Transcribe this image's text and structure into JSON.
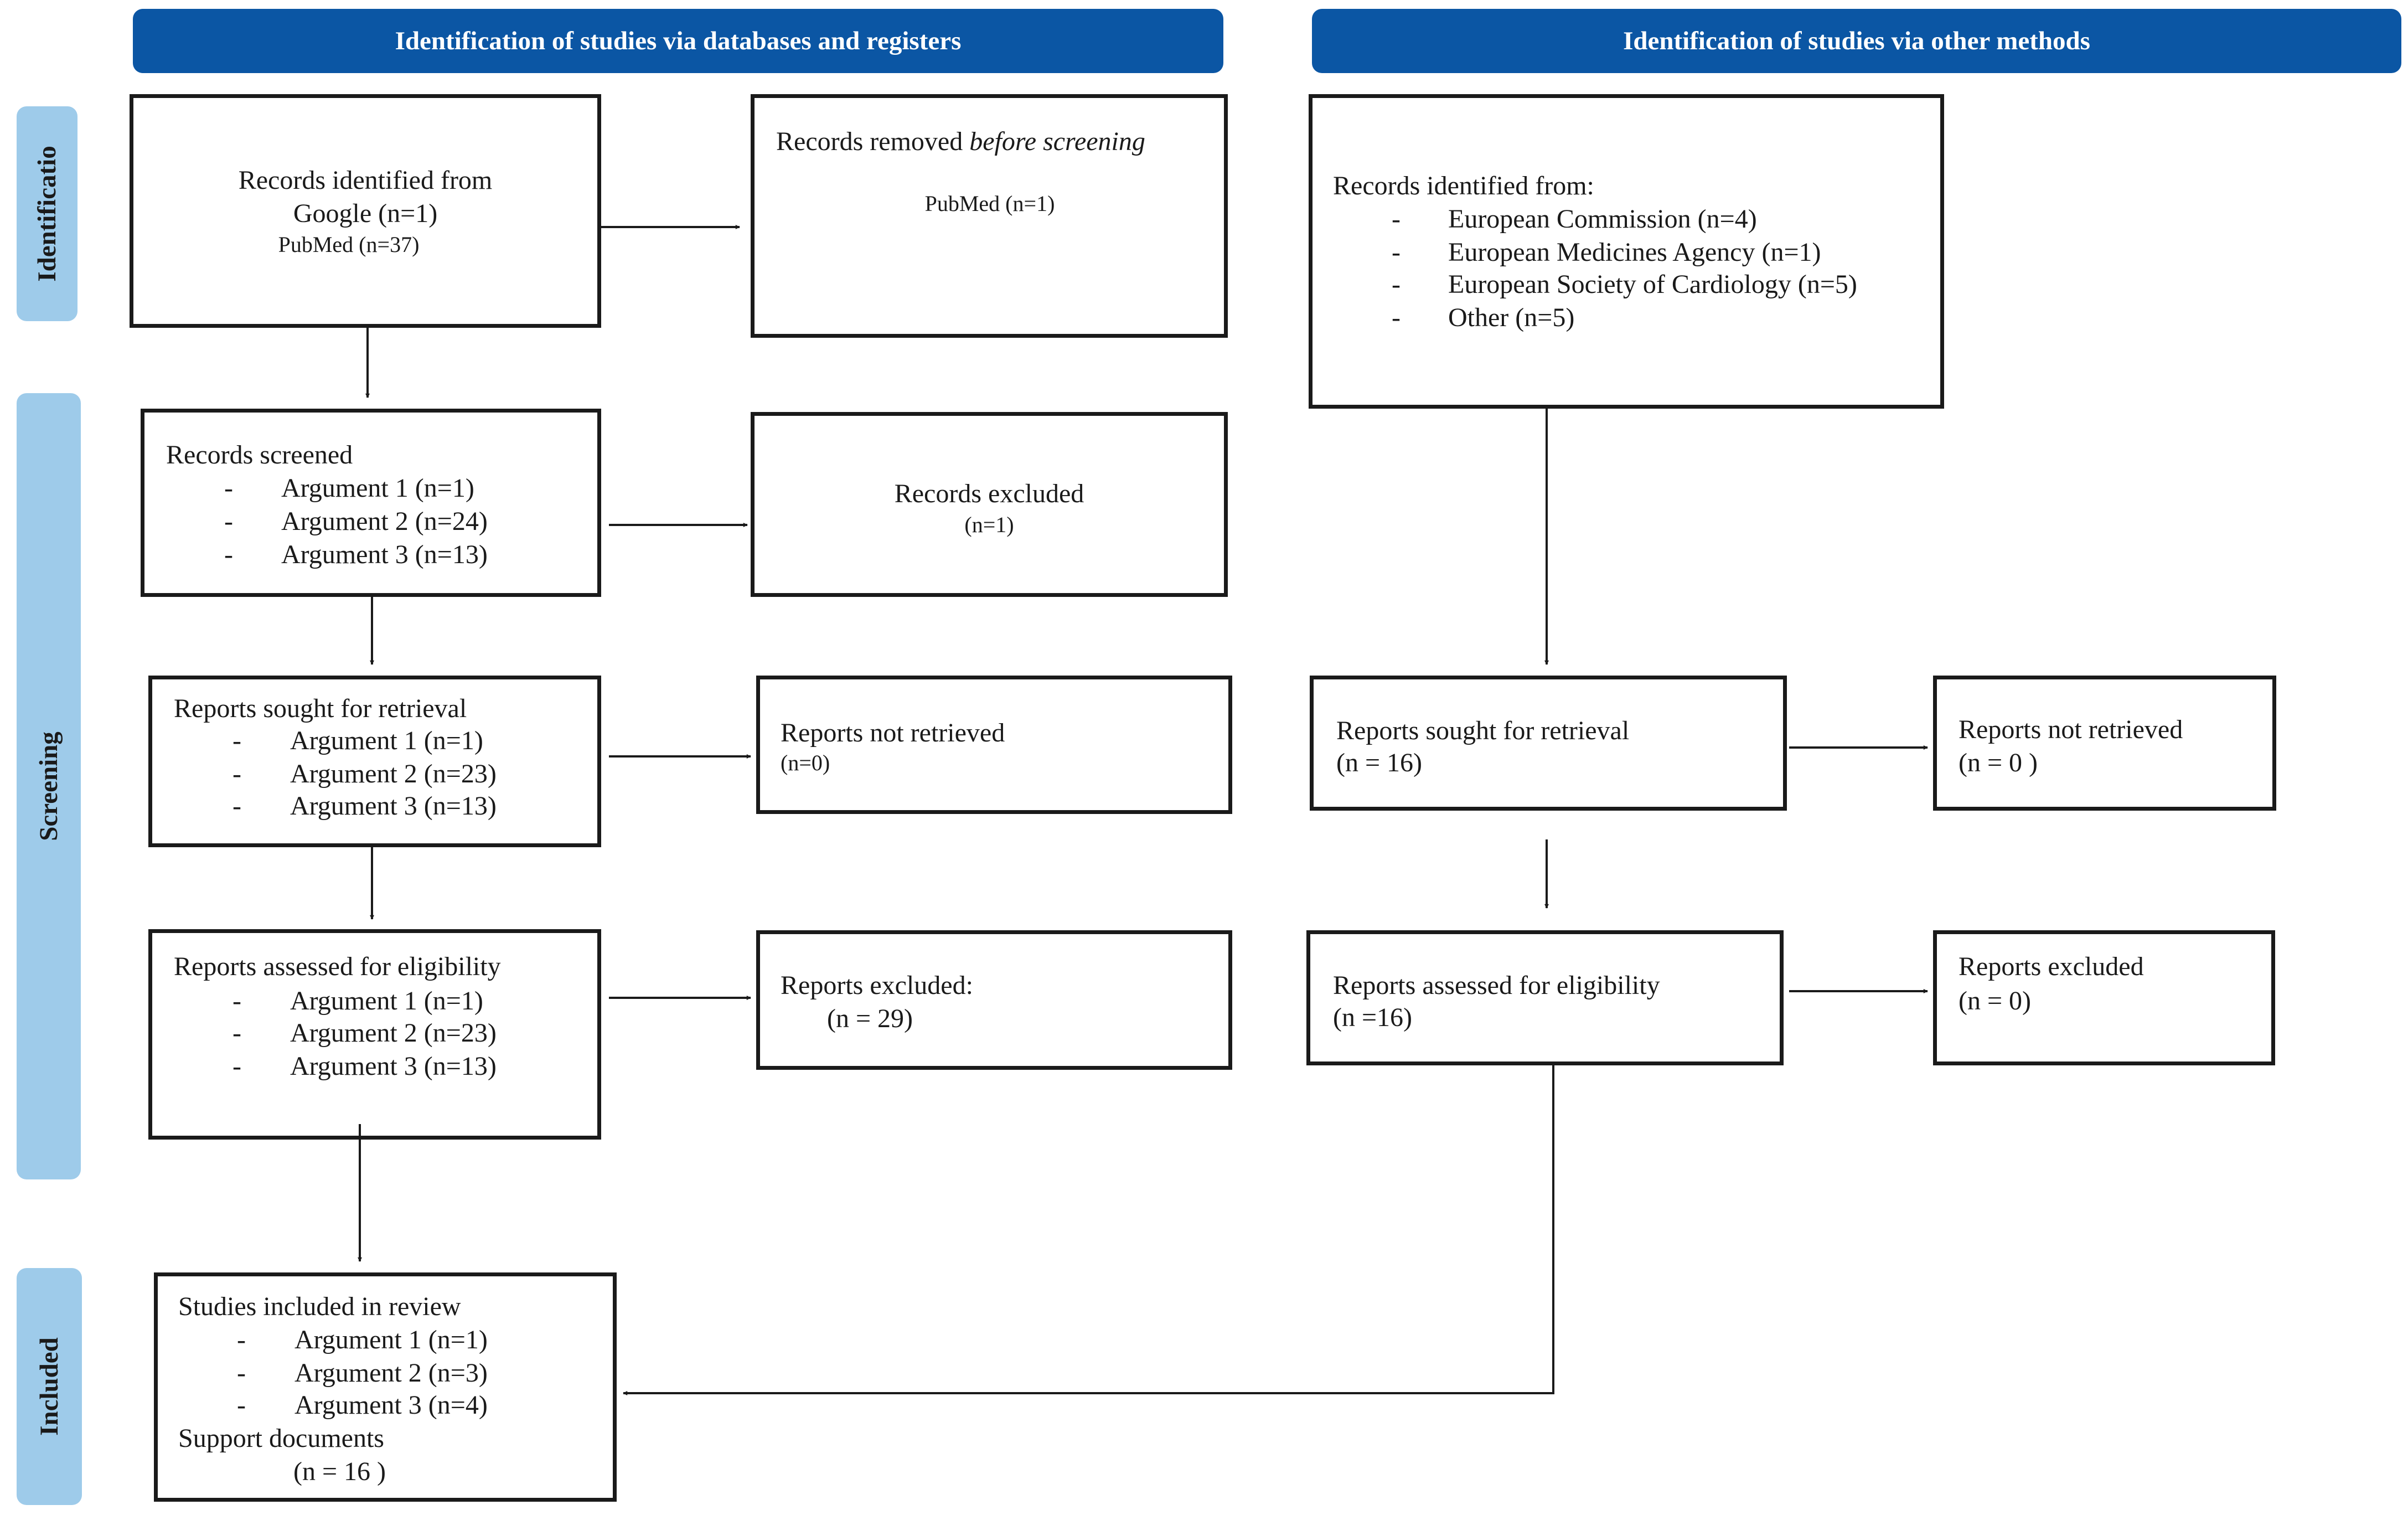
{
  "headers": {
    "left": "Identification of studies via databases and registers",
    "right": "Identification of studies via other methods"
  },
  "phases": {
    "identification": "Identificatio",
    "screening": "Screening",
    "included": "Included"
  },
  "db": {
    "identified": {
      "line1": "Records identified from",
      "line2": "Google (n=1)",
      "line3": "PubMed (n=37)"
    },
    "removed": {
      "prefix": "Records removed ",
      "emphasis": "before screening",
      "detail": "PubMed (n=1)"
    },
    "screened": {
      "title": "Records screened",
      "items": [
        "Argument 1 (n=1)",
        "Argument 2 (n=24)",
        "Argument 3 (n=13)"
      ]
    },
    "excluded": {
      "title": "Records excluded",
      "count": "(n=1)"
    },
    "sought": {
      "title": "Reports sought for retrieval",
      "items": [
        "Argument 1 (n=1)",
        "Argument 2 (n=23)",
        "Argument 3 (n=13)"
      ]
    },
    "not_retrieved": {
      "title": "Reports not retrieved",
      "count": "(n=0)"
    },
    "assessed": {
      "title": "Reports assessed for eligibility",
      "items": [
        "Argument 1 (n=1)",
        "Argument 2 (n=23)",
        "Argument 3 (n=13)"
      ]
    },
    "reports_excluded": {
      "title": "Reports excluded:",
      "count": "(n = 29)"
    },
    "included": {
      "title": "Studies included in review",
      "items": [
        "Argument 1 (n=1)",
        "Argument 2 (n=3)",
        "Argument 3 (n=4)"
      ],
      "support": "Support documents",
      "support_count": "(n = 16 )"
    }
  },
  "other": {
    "identified": {
      "title": "Records identified from:",
      "items": [
        "European Commission (n=4)",
        "European Medicines Agency (n=1)",
        "European Society of Cardiology (n=5)",
        "Other (n=5)"
      ]
    },
    "sought": {
      "title": "Reports sought for retrieval",
      "count": "(n = 16)"
    },
    "not_retrieved": {
      "title": "Reports not retrieved",
      "count": "(n = 0 )"
    },
    "assessed": {
      "title": "Reports assessed for eligibility",
      "count": "(n =16)"
    },
    "excluded": {
      "title": "Reports excluded",
      "count": " (n = 0)"
    }
  },
  "list_marker": "-",
  "colors": {
    "header_bg": "#0b56a4",
    "phase_bg": "#9ecbea",
    "line": "#1a1a1a"
  }
}
